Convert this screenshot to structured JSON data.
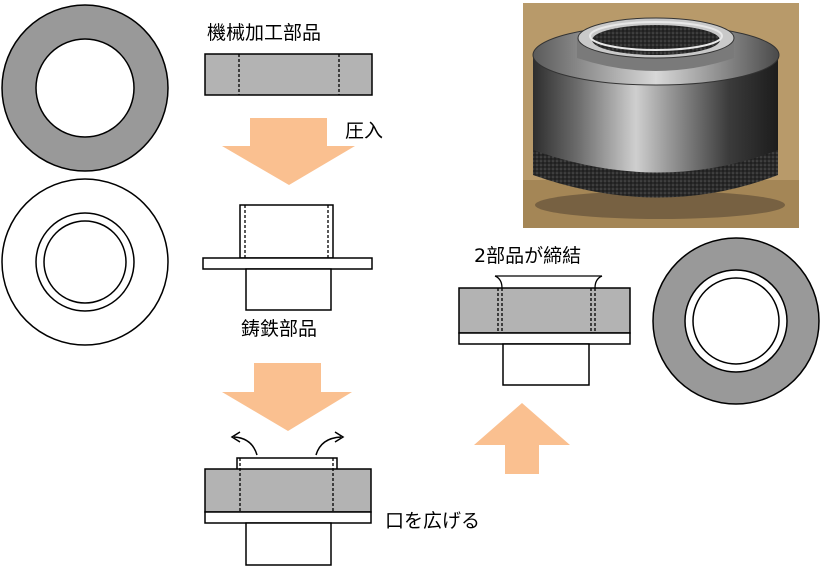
{
  "labels": {
    "machined_part": "機械加工部品",
    "press_fit": "圧入",
    "cast_iron_part": "鋳鉄部品",
    "two_parts_fastened": "2部品が締結",
    "widen_opening": "口を広げる"
  },
  "colors": {
    "part_gray": "#b3b3b3",
    "ring_gray": "#999999",
    "arrow_orange": "#fac090",
    "outline": "#000000"
  },
  "photo": {
    "description_icon": "photo-of-assembled-part"
  }
}
